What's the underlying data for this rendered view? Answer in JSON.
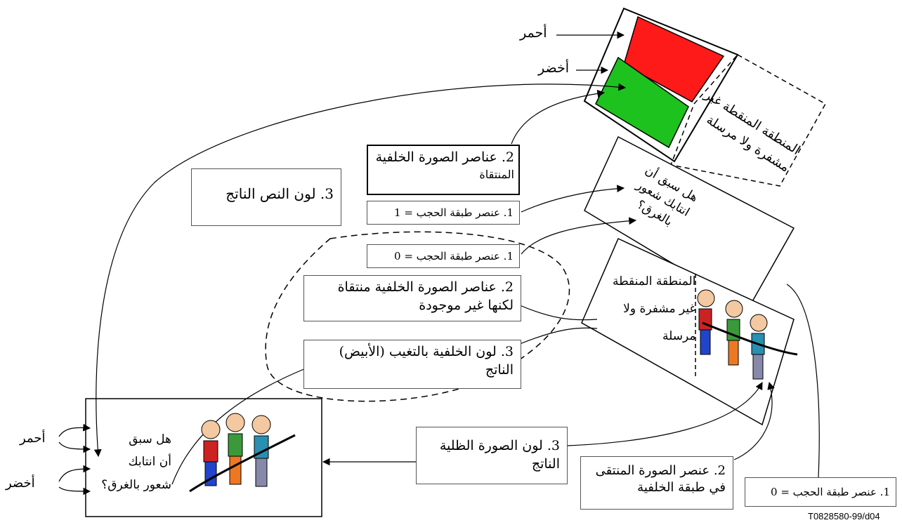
{
  "top_panel": {
    "red_label": "أحمر",
    "green_label": "أخضر",
    "dotted_region_text": [
      "المنطقة المنقطة غير",
      "مشفرة ولا مرسلة"
    ],
    "question_text": [
      "هل سبق أن",
      "انتابك شعور",
      "بالغرق؟"
    ],
    "colors": {
      "red": "#ff1a1a",
      "green": "#1ec21e"
    }
  },
  "middle_panel": {
    "dotted_region_text": [
      "المنطقة المنقطة",
      "غير مشفرة ولا",
      "مرسلة"
    ]
  },
  "boxes": {
    "text_color_result": "3. لون النص الناتج",
    "selected_bg_elements": [
      "2. عناصر الصورة الخلفية",
      "المنتقاة"
    ],
    "mask_layer_1": "1. عنصر طبقة الحجب = 1",
    "mask_layer_0_a": "1. عنصر طبقة الحجب = 0",
    "selected_missing_bg": [
      "2. عناصر الصورة الخلفية منتقاة",
      "لكنها غير موجودة"
    ],
    "bg_color_fill": [
      "3. لون الخلفية بالتغيب (الأبيض)",
      "الناتج"
    ],
    "shadow_color_result": [
      "3. لون الصورة الظلية",
      "الناتج"
    ],
    "selected_bg_layer_element": [
      "2. عنصر الصورة المنتقى",
      "في طبقة الخلفية"
    ],
    "mask_layer_0_b": "1. عنصر طبقة الحجب = 0"
  },
  "result_panel": {
    "question_text": [
      "هل سبق",
      "أن انتابك",
      "شعور بالغرق؟"
    ],
    "red_label": "أحمر",
    "green_label": "أخضر"
  },
  "footer": {
    "figure_code": "T0828580-99/d04"
  }
}
